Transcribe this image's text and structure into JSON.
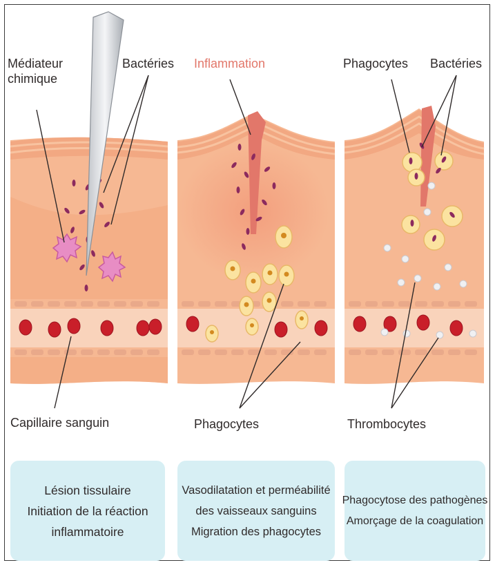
{
  "labels": {
    "mediator_line1": "Médiateur",
    "mediator_line2": "chimique",
    "bacteria_1": "Bactéries",
    "inflammation": "Inflammation",
    "phagocytes_top": "Phagocytes",
    "bacteria_3": "Bactéries",
    "capillary": "Capillaire sanguin",
    "phagocytes_bottom": "Phagocytes",
    "thrombocytes": "Thrombocytes"
  },
  "captions": [
    {
      "lines": [
        "Lésion tissulaire",
        "Initiation de la réaction",
        "inflammatoire"
      ]
    },
    {
      "lines": [
        "Vasodilatation et perméabilité",
        "des vaisseaux sanguins",
        "Migration des phagocytes"
      ]
    },
    {
      "lines": [
        "Phagocytose des pathogènes",
        "Amorçage de la coagulation"
      ]
    }
  ],
  "colors": {
    "skin_outer": "#f2a882",
    "skin_inner": "#f8c3a0",
    "tissue": "#f6b893",
    "tissue_deep": "#f3a97f",
    "vessel_wall": "#f8c8a8",
    "red_cell": "#c91f2a",
    "bacteria": "#8c2a5e",
    "mediator": "#e88dc4",
    "phagocyte": "#fbe3a0",
    "platelet": "#f0f0f2",
    "inflammation": "#e2776a",
    "caption_bg": "#d7eff4"
  }
}
